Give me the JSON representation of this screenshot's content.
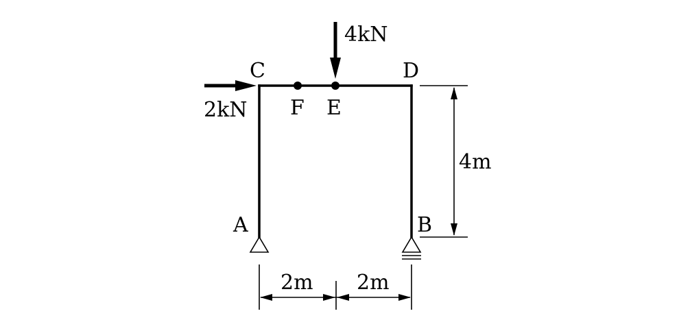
{
  "labels": {
    "node_a": "A",
    "node_b": "B",
    "node_c": "C",
    "node_d": "D",
    "node_e": "E",
    "node_f": "F"
  },
  "loads": {
    "vertical": "4kN",
    "horizontal": "2kN"
  },
  "dimensions": {
    "height": "4m",
    "span_left": "2m",
    "span_right": "2m"
  },
  "supports": {
    "a": "pin",
    "b": "roller"
  }
}
